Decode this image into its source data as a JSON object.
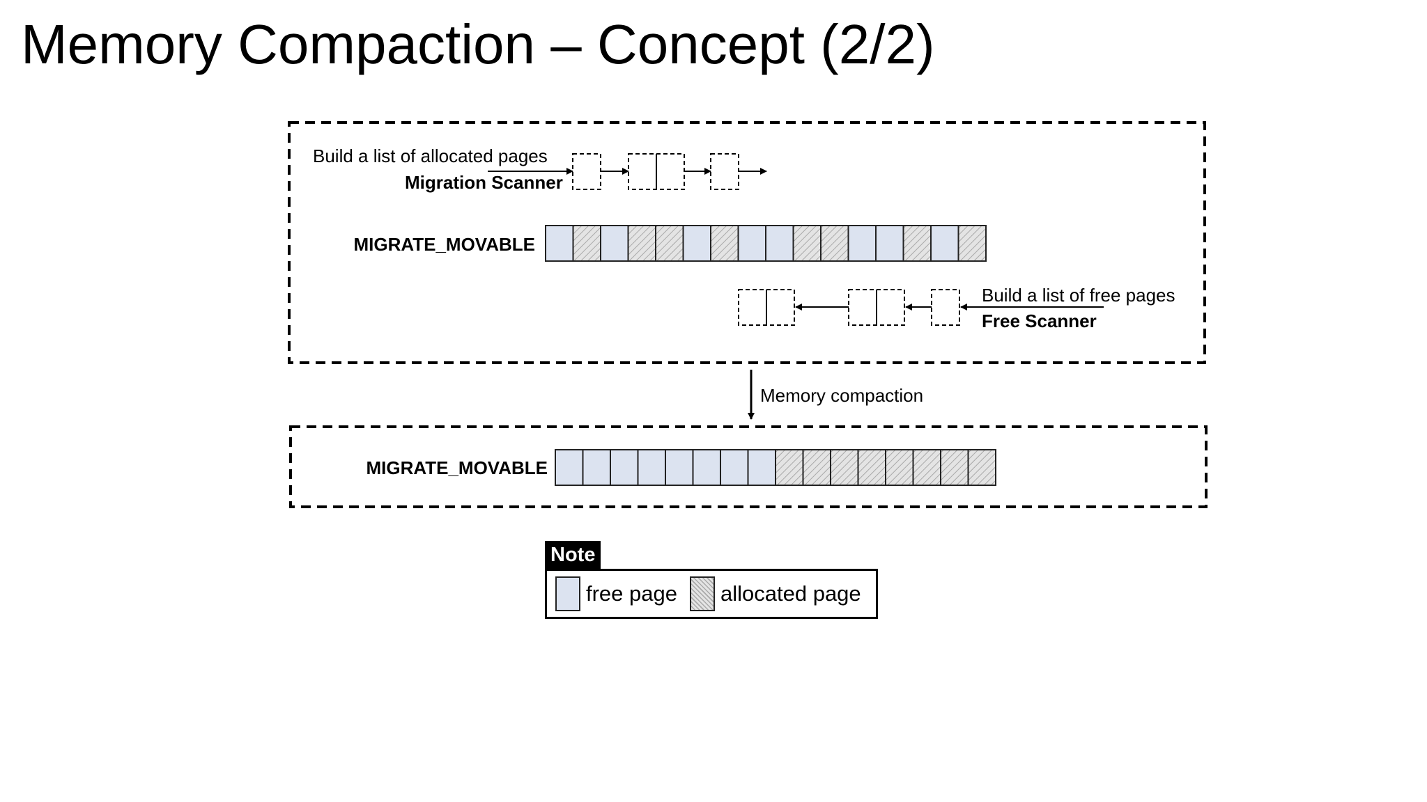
{
  "title": "Memory Compaction – Concept (2/2)",
  "top_panel": {
    "migration_desc": "Build a list of allocated pages",
    "migration_name": "Migration Scanner",
    "row_label": "MIGRATE_MOVABLE",
    "pages": [
      "free",
      "alloc",
      "free",
      "alloc",
      "alloc",
      "free",
      "alloc",
      "free",
      "free",
      "alloc",
      "alloc",
      "free",
      "free",
      "alloc",
      "free",
      "alloc"
    ],
    "free_desc": "Build a list of free pages",
    "free_name": "Free Scanner"
  },
  "arrow_label": "Memory compaction",
  "bottom_panel": {
    "row_label": "MIGRATE_MOVABLE",
    "pages": [
      "free",
      "free",
      "free",
      "free",
      "free",
      "free",
      "free",
      "free",
      "alloc",
      "alloc",
      "alloc",
      "alloc",
      "alloc",
      "alloc",
      "alloc",
      "alloc"
    ]
  },
  "legend": {
    "tag": "Note",
    "free_label": "free page",
    "alloc_label": "allocated page"
  },
  "colors": {
    "free": "#dce3f0",
    "alloc_stripe": "#a9a9a9"
  }
}
